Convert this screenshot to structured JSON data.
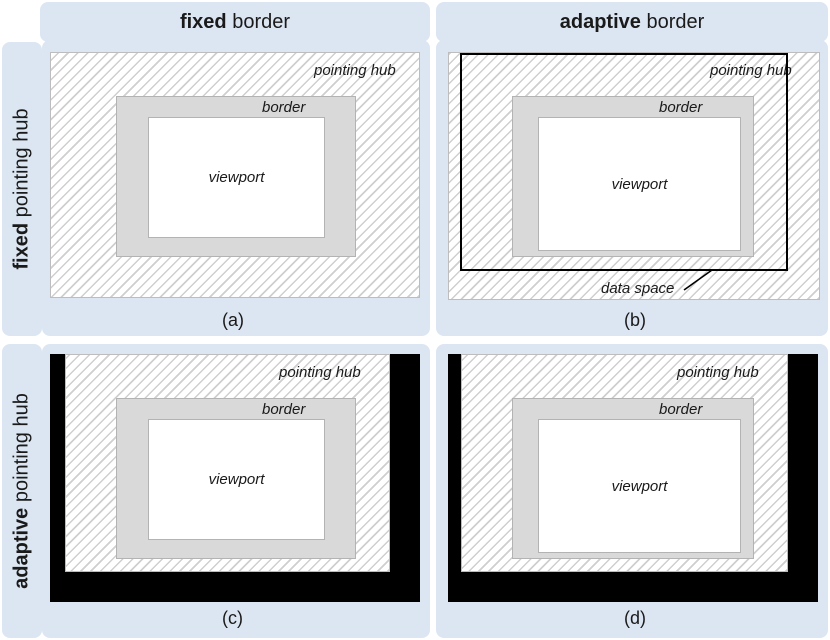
{
  "columns": [
    {
      "bold": "fixed",
      "rest": " border"
    },
    {
      "bold": "adaptive",
      "rest": " border"
    }
  ],
  "rows": [
    {
      "bold": "fixed",
      "rest": " pointing hub"
    },
    {
      "bold": "adaptive",
      "rest": " pointing hub"
    }
  ],
  "labels": {
    "pointing_hub": "pointing hub",
    "border": "border",
    "viewport": "viewport",
    "data_space": "data space"
  },
  "captions": [
    "(a)",
    "(b)",
    "(c)",
    "(d)"
  ],
  "colors": {
    "panel_background": "#dce6f2",
    "border_fill": "#d9d9d9",
    "hatch_line": "#cfcfcf",
    "black_region": "#000000"
  }
}
